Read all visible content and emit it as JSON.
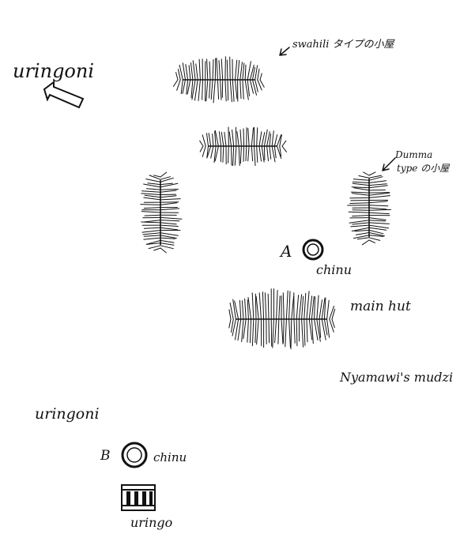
{
  "labels": {
    "uringoni_top": "uringoni",
    "swahili_note": "swahili タイプの小屋",
    "dumma_note_line1": "Dumma",
    "dumma_note_line2": "type の小屋",
    "marker_a": "A",
    "chinu_a": "chinu",
    "main_hut": "main hut",
    "homestead": "Nyamawi's mudzi",
    "uringoni_bottom": "uringoni",
    "marker_b": "B",
    "chinu_b": "chinu",
    "uringo": "uringo"
  }
}
